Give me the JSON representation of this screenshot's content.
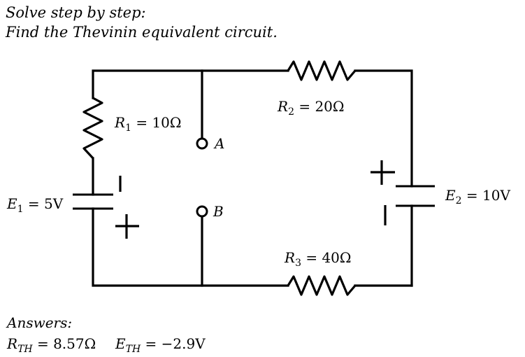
{
  "prompt": {
    "line1": "Solve step by step:",
    "line2": "Find the Thevinin equivalent circuit."
  },
  "circuit": {
    "r1": {
      "sym": "R",
      "sub": "1",
      "value": " = 10Ω"
    },
    "r2": {
      "sym": "R",
      "sub": "2",
      "value": " = 20Ω"
    },
    "r3": {
      "sym": "R",
      "sub": "3",
      "value": " = 40Ω"
    },
    "e1": {
      "sym": "E",
      "sub": "1",
      "value": " = 5V"
    },
    "e2": {
      "sym": "E",
      "sub": "2",
      "value": " = 10V"
    },
    "terminal_a": "A",
    "terminal_b": "B",
    "plus_sign": "+"
  },
  "answers": {
    "heading": "Answers:",
    "rth": {
      "sym": "R",
      "sub": "TH",
      "value": " = 8.57Ω"
    },
    "eth": {
      "sym": "E",
      "sub": "TH",
      "value": " = −2.9V"
    }
  }
}
